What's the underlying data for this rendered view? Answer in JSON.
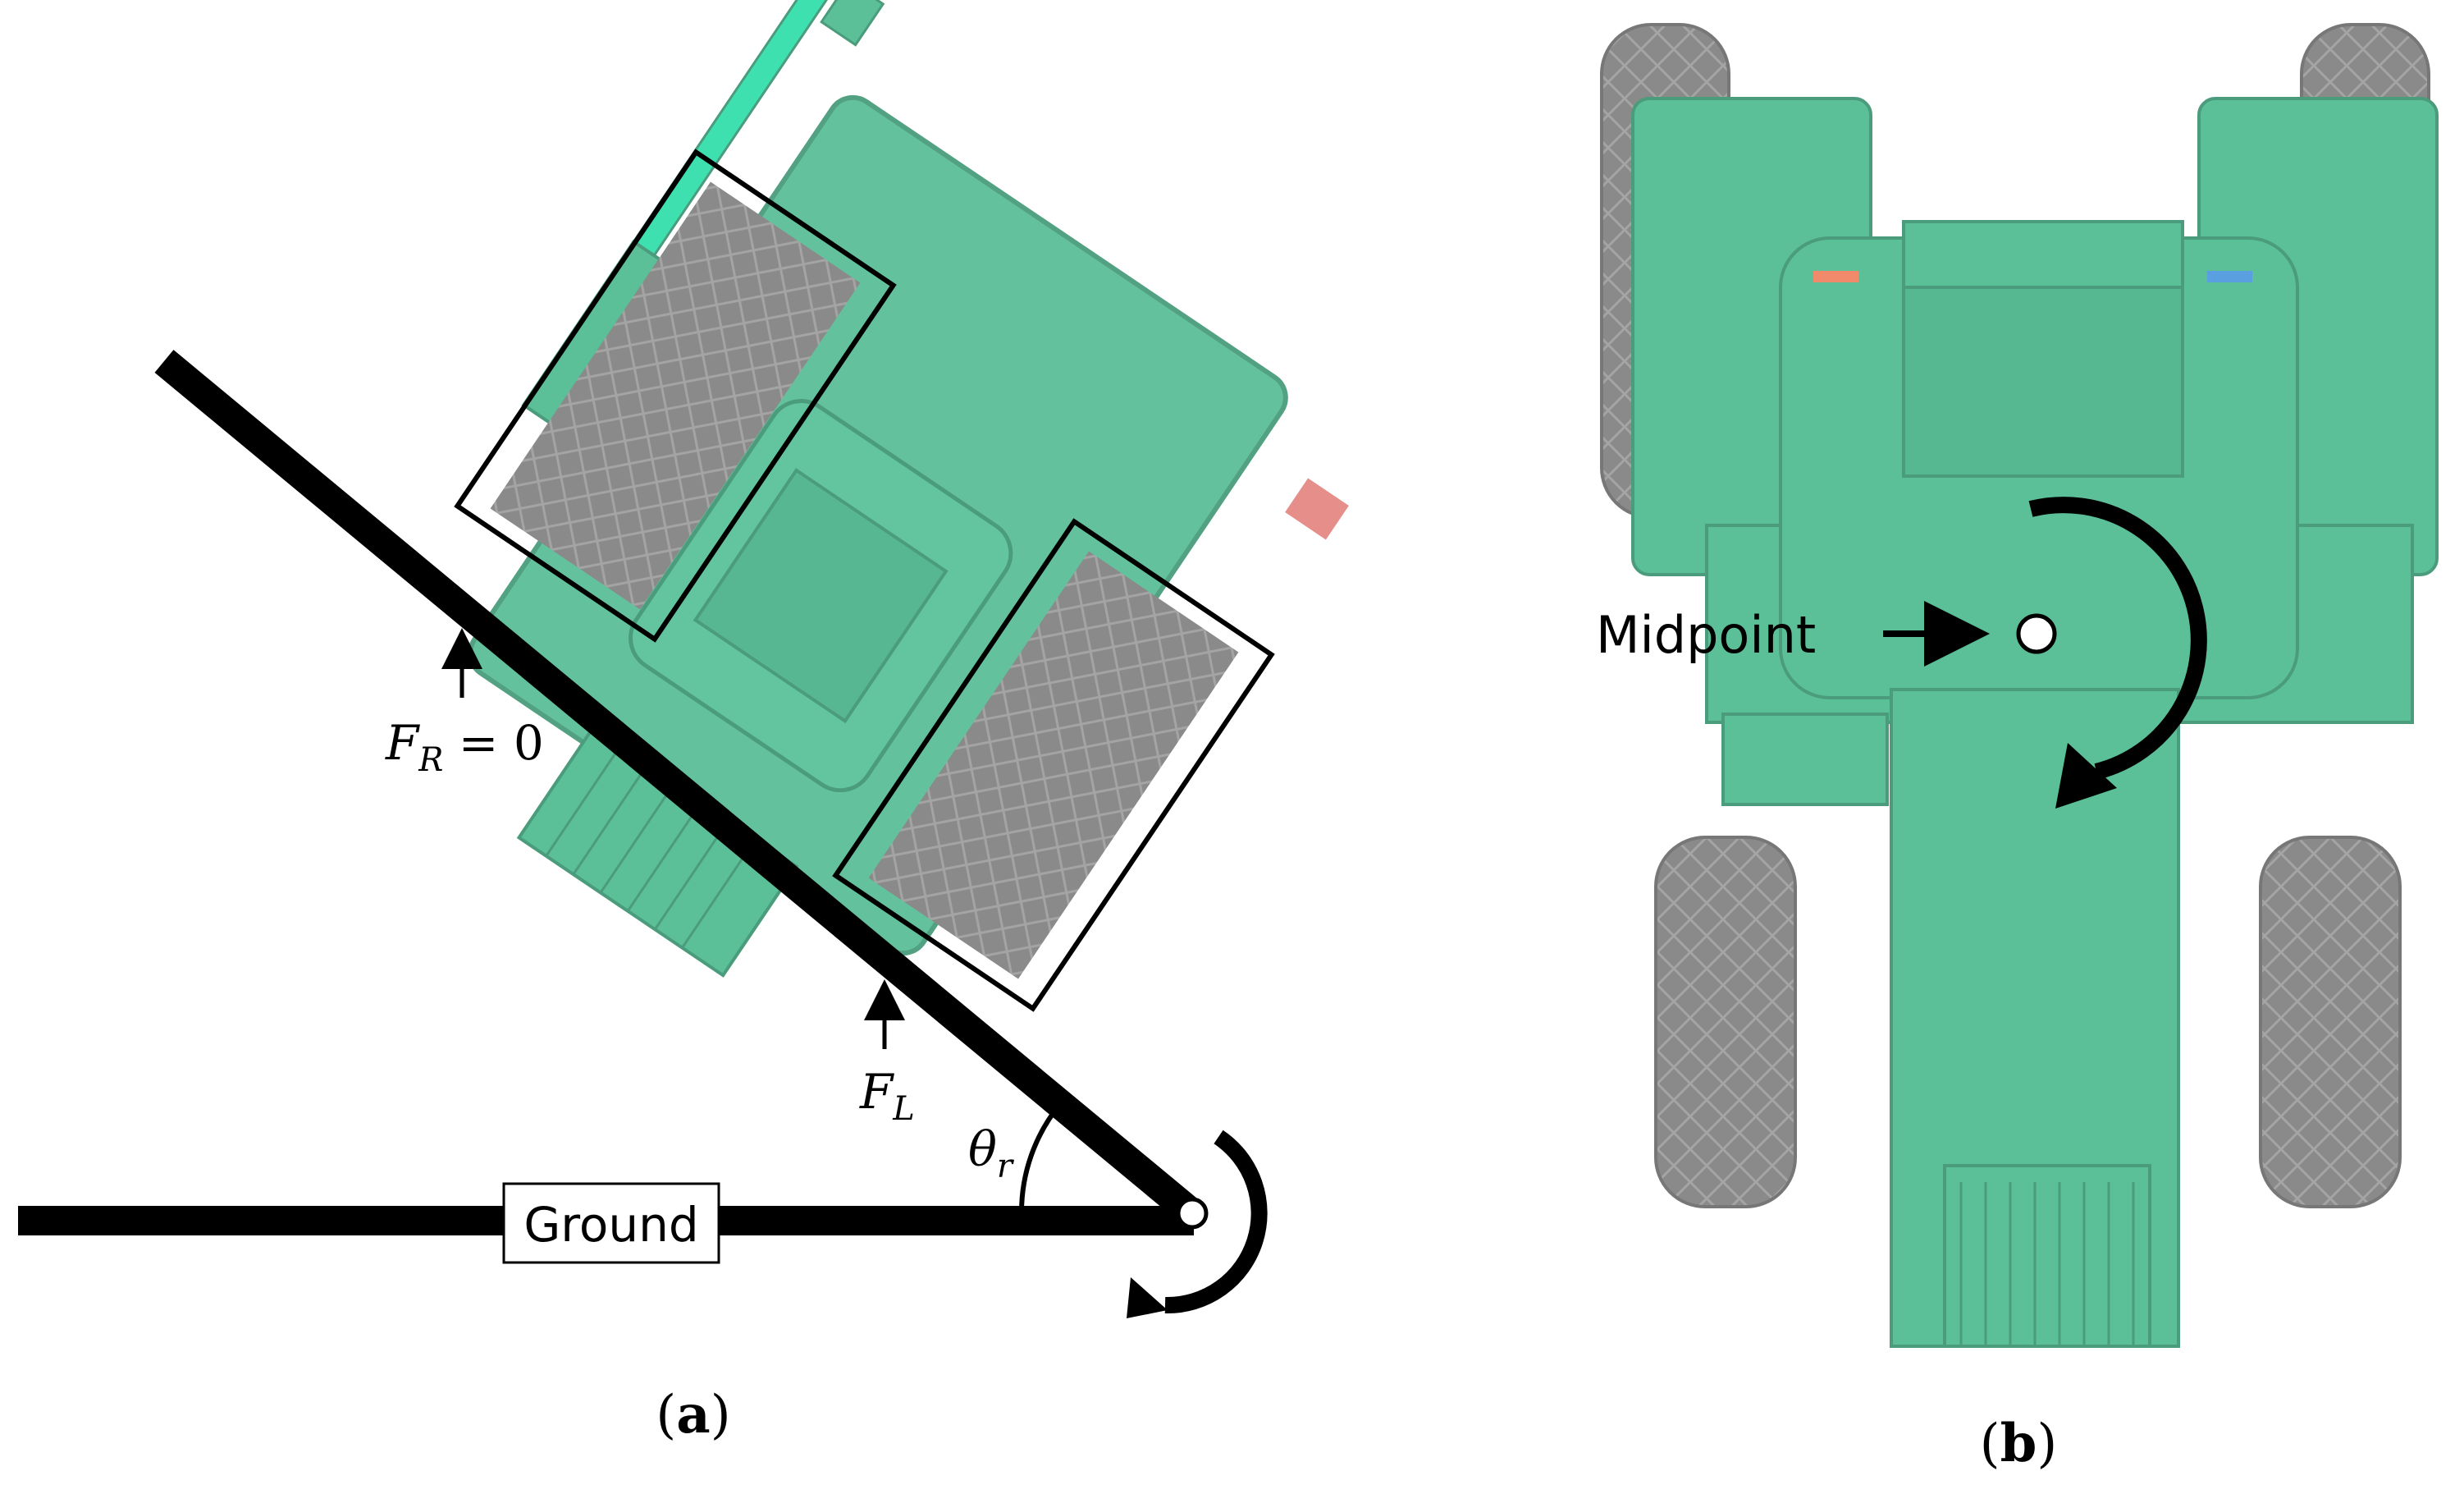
{
  "panel_a": {
    "caption_open": "(",
    "caption_letter": "a",
    "caption_close": ")",
    "ground_label": "Ground",
    "force_right": {
      "symbol": "F",
      "subscript": "R",
      "rest": " = 0"
    },
    "force_left": {
      "symbol": "F",
      "subscript": "L"
    },
    "angle": {
      "symbol": "θ",
      "subscript": "r"
    },
    "colors": {
      "tractor": "#5bbf98",
      "tractor_edge": "#4a9c7d",
      "tire": "#8a8a8a",
      "beam": "#000000",
      "accent_red": "#e07a76"
    }
  },
  "panel_b": {
    "caption_open": "(",
    "caption_letter": "b",
    "caption_close": ")",
    "midpoint_label": "Midpoint",
    "colors": {
      "tractor": "#5bbf98",
      "tractor_edge": "#4a9c7d",
      "tire": "#8a8a8a",
      "accent_orange": "#f08a6a",
      "accent_blue": "#5aa0e0"
    }
  }
}
